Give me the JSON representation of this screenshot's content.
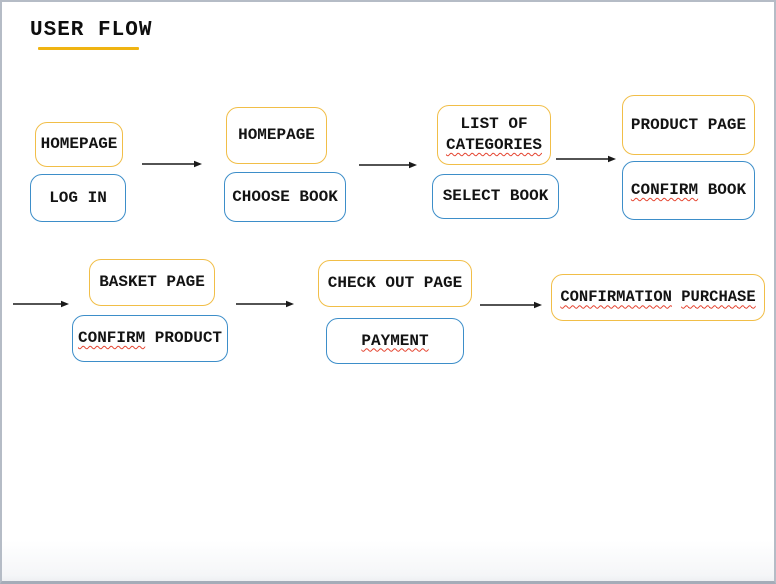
{
  "page": {
    "title": "USER FLOW"
  },
  "colors": {
    "page_box_border": "#F1BE48",
    "action_box_border": "#3D8EC9",
    "title_underline": "#F0B412",
    "spellcheck_underline": "#E4422E",
    "text": "#131313",
    "arrow": "#1A1A1A",
    "background": "#FFFFFF",
    "frame_border": "#B5BCC6"
  },
  "flow": {
    "groups": [
      {
        "page": {
          "text": "HOMEPAGE"
        },
        "action": {
          "text": "LOG IN"
        }
      },
      {
        "page": {
          "text": "HOMEPAGE"
        },
        "action": {
          "text": "CHOOSE BOOK"
        }
      },
      {
        "page": {
          "line1": "LIST OF",
          "line2": "CATEGORIES"
        },
        "action": {
          "text": "SELECT BOOK"
        }
      },
      {
        "page": {
          "text": "PRODUCT PAGE"
        },
        "action": {
          "word_misspelled": "CONFIRM",
          "rest": " BOOK"
        }
      },
      {
        "page": {
          "text": "BASKET PAGE"
        },
        "action": {
          "word_misspelled": "CONFIRM",
          "rest": " PRODUCT"
        }
      },
      {
        "page": {
          "text": "CHECK OUT PAGE"
        },
        "action": {
          "text_misspelled": "PAYMENT"
        }
      },
      {
        "page": {
          "word1_misspelled": "CONFIRMATION",
          "word2_misspelled": "PURCHASE"
        }
      }
    ]
  }
}
